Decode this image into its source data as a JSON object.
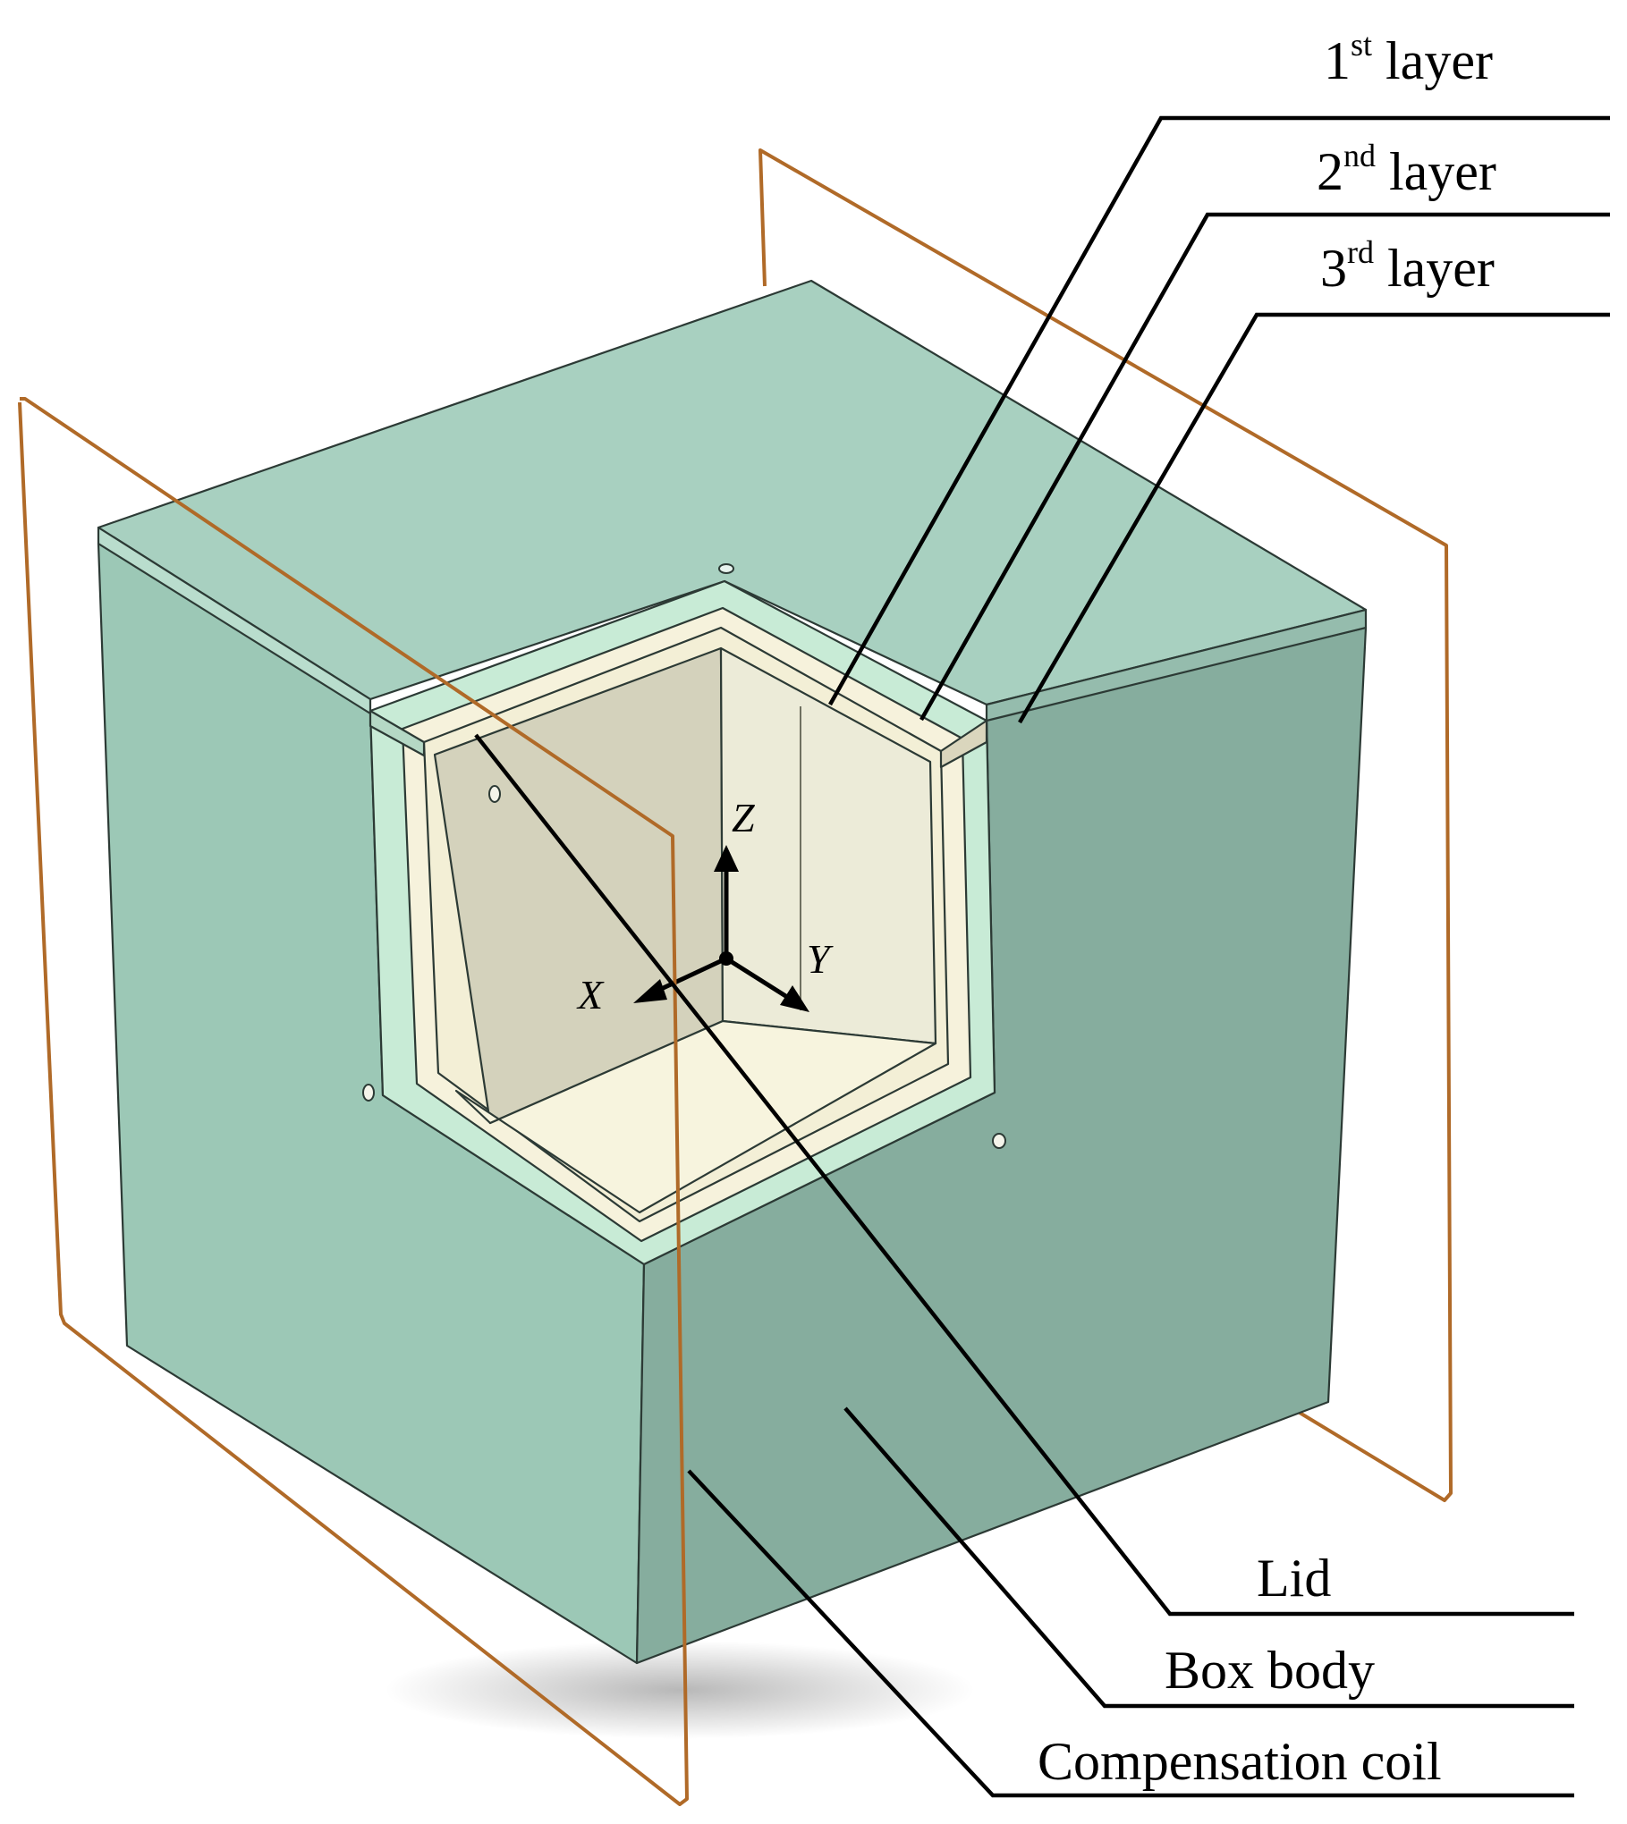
{
  "labels": {
    "layer1": {
      "num": "1",
      "sup": "st",
      "word": " layer"
    },
    "layer2": {
      "num": "2",
      "sup": "nd",
      "word": " layer"
    },
    "layer3": {
      "num": "3",
      "sup": "rd",
      "word": " layer"
    },
    "lid": "Lid",
    "box_body": "Box body",
    "compensation_coil": "Compensation coil"
  },
  "axes": {
    "x": "X",
    "y": "Y",
    "z": "Z"
  },
  "colors": {
    "box_left_face": "#9cc8b6",
    "box_right_face": "#86ad9e",
    "box_top_face": "#a8d0c0",
    "layer_light_green": "#c8ebd6",
    "layer_cream": "#f6f2dc",
    "inner_left_wall": "#d4d2bc",
    "inner_right_wall": "#ecebd8",
    "inner_floor": "#f7f4de",
    "coil": "#b06a28",
    "leader": "#000000"
  }
}
